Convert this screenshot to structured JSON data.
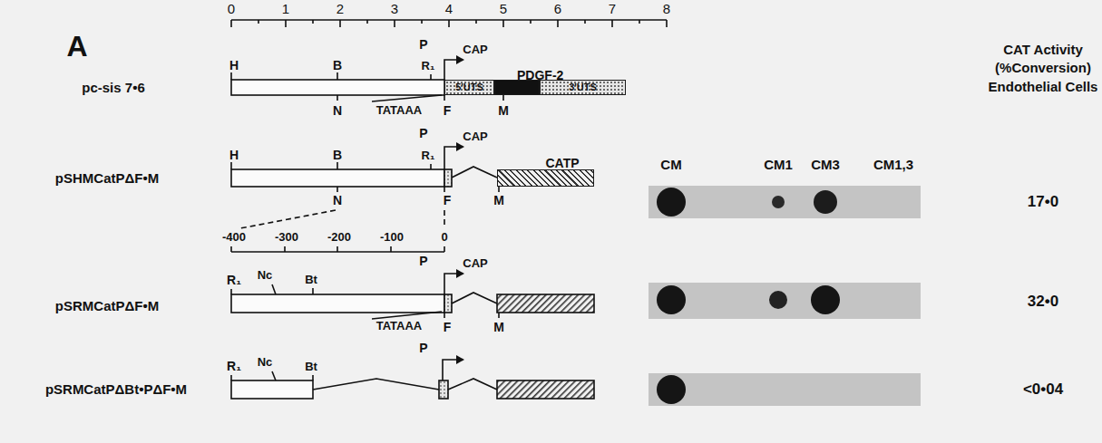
{
  "diagram": {
    "nodes": [
      {
        "text": [
          "5'UTS"
        ]
      },
      {
        "text": [
          "PDGF-2"
        ]
      },
      {
        "text": [
          "3'UTS"
        ]
      },
      {
        "text": [
          "CATP"
        ]
      }
    ],
    "labels": [
      "A",
      "0",
      "1",
      "2",
      "3",
      "4",
      "5",
      "6",
      "7",
      "8",
      "CAT Activity",
      "(%Conversion)",
      "Endothelial Cells",
      "H",
      "B",
      "P",
      "R₁",
      "CAP",
      "pc-sis 7•6",
      "N",
      "TATAAA",
      "F",
      "M",
      "H",
      "B",
      "P",
      "R₁",
      "CAP",
      "pSHMCatPΔF•M",
      "N",
      "F",
      "M",
      "CM",
      "CM1",
      "CM3",
      "CM1,3",
      "17•0",
      "-400",
      "-300",
      "-200",
      "-100",
      "0",
      "R₁",
      "Nc",
      "Bt",
      "P",
      "CAP",
      "pSRMCatPΔF•M",
      "TATAAA",
      "F",
      "M",
      "32•0",
      "R₁",
      "Nc",
      "Bt",
      "P",
      "pSRMCatPΔBt•PΔF•M",
      "<0•04"
    ]
  }
}
